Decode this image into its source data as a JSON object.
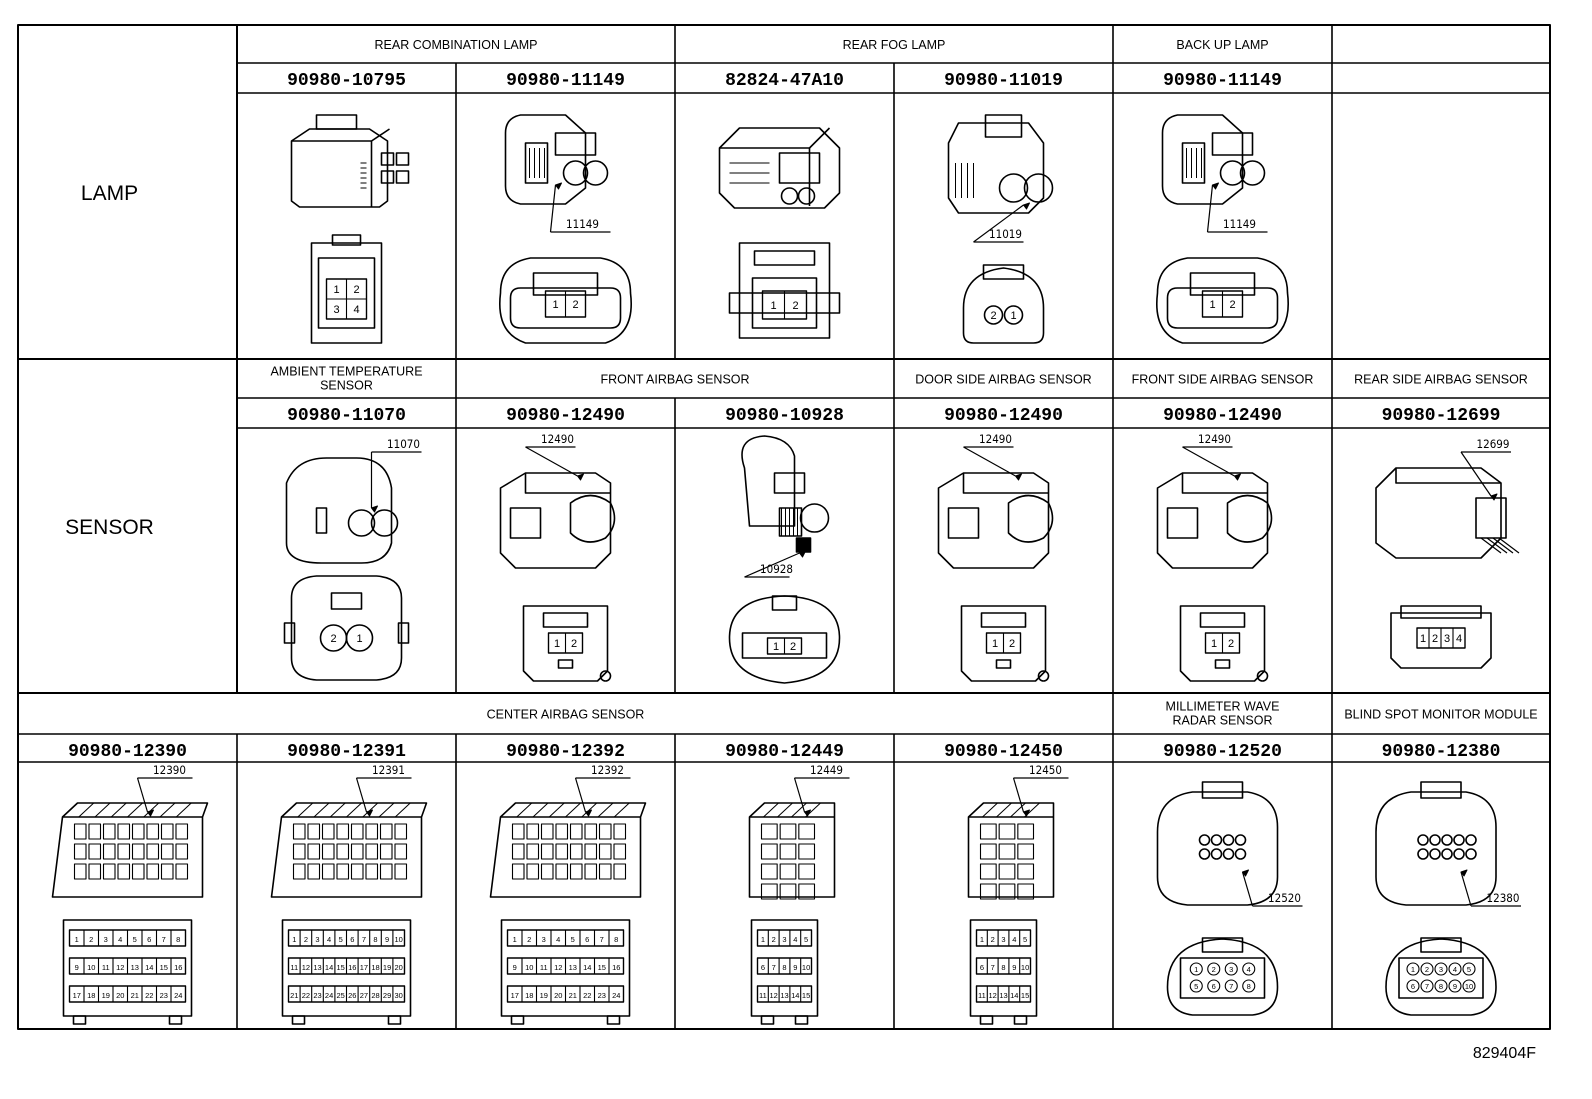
{
  "rows": [
    {
      "category": "LAMP",
      "groups": [
        {
          "label": [
            "REAR COMBINATION LAMP"
          ],
          "span": 2
        },
        {
          "label": [
            "REAR FOG LAMP"
          ],
          "span": 2
        },
        {
          "label": [
            "BACK UP LAMP"
          ],
          "span": 1
        },
        {
          "label": [
            ""
          ],
          "span": 1
        }
      ],
      "cells": [
        {
          "part": "90980-10795",
          "type": "box4",
          "callout": "",
          "pins": [
            "1",
            "2",
            "3",
            "4"
          ]
        },
        {
          "part": "90980-11149",
          "type": "lamp2",
          "callout": "11149",
          "pins": [
            "1",
            "2"
          ]
        },
        {
          "part": "82824-47A10",
          "type": "fog2",
          "callout": "",
          "pins": [
            "1",
            "2"
          ]
        },
        {
          "part": "90980-11019",
          "type": "round2",
          "callout": "11019",
          "pins": [
            "2",
            "1"
          ]
        },
        {
          "part": "90980-11149",
          "type": "lamp2",
          "callout": "11149",
          "pins": [
            "1",
            "2"
          ]
        },
        {
          "part": "",
          "type": "empty",
          "callout": "",
          "pins": []
        }
      ]
    },
    {
      "category": "SENSOR",
      "groups": [
        {
          "label": [
            "AMBIENT TEMPERATURE",
            "SENSOR"
          ],
          "span": 1
        },
        {
          "label": [
            "FRONT AIRBAG SENSOR"
          ],
          "span": 2
        },
        {
          "label": [
            "DOOR SIDE AIRBAG SENSOR"
          ],
          "span": 1
        },
        {
          "label": [
            "FRONT SIDE AIRBAG SENSOR"
          ],
          "span": 1
        },
        {
          "label": [
            "REAR SIDE AIRBAG SENSOR"
          ],
          "span": 1
        }
      ],
      "cells": [
        {
          "part": "90980-11070",
          "type": "ambient",
          "callout": "11070",
          "pins": [
            "2",
            "1"
          ]
        },
        {
          "part": "90980-12490",
          "type": "airbag2",
          "callout": "12490",
          "pins": [
            "1",
            "2"
          ]
        },
        {
          "part": "90980-10928",
          "type": "bulb2",
          "callout": "10928",
          "pins": [
            "1",
            "2"
          ]
        },
        {
          "part": "90980-12490",
          "type": "airbag2",
          "callout": "12490",
          "pins": [
            "1",
            "2"
          ]
        },
        {
          "part": "90980-12490",
          "type": "airbag2",
          "callout": "12490",
          "pins": [
            "1",
            "2"
          ]
        },
        {
          "part": "90980-12699",
          "type": "rear4",
          "callout": "12699",
          "pins": [
            "1",
            "2",
            "3",
            "4"
          ]
        }
      ]
    },
    {
      "category": "",
      "groups": [
        {
          "label": [
            "CENTER AIRBAG SENSOR"
          ],
          "span": 5
        },
        {
          "label": [
            "MILLIMETER WAVE",
            "RADAR SENSOR"
          ],
          "span": 1
        },
        {
          "label": [
            "BLIND SPOT MONITOR MODULE"
          ],
          "span": 1
        }
      ],
      "cells": [
        {
          "part": "90980-12390",
          "type": "multi",
          "callout": "12390",
          "pins": [
            "1",
            "2",
            "3",
            "4",
            "5",
            "6",
            "7",
            "8",
            "9",
            "10",
            "11",
            "12",
            "13",
            "14",
            "15",
            "16",
            "17",
            "18",
            "19",
            "20",
            "21",
            "22",
            "23",
            "24"
          ]
        },
        {
          "part": "90980-12391",
          "type": "multi",
          "callout": "12391",
          "pins": [
            "1",
            "2",
            "3",
            "4",
            "5",
            "6",
            "7",
            "8",
            "9",
            "10",
            "11",
            "12",
            "13",
            "14",
            "15",
            "16",
            "17",
            "18",
            "19",
            "20",
            "21",
            "22",
            "23",
            "24",
            "25",
            "26",
            "27",
            "28",
            "29",
            "30"
          ]
        },
        {
          "part": "90980-12392",
          "type": "multi",
          "callout": "12392",
          "pins": [
            "1",
            "2",
            "3",
            "4",
            "5",
            "6",
            "7",
            "8",
            "9",
            "10",
            "11",
            "12",
            "13",
            "14",
            "15",
            "16",
            "17",
            "18",
            "19",
            "20",
            "21",
            "22",
            "23",
            "24"
          ]
        },
        {
          "part": "90980-12449",
          "type": "multiSmall",
          "callout": "12449",
          "pins": [
            "1",
            "2",
            "3",
            "4",
            "5",
            "6",
            "7",
            "8",
            "9",
            "10",
            "11",
            "12",
            "13",
            "14",
            "15"
          ]
        },
        {
          "part": "90980-12450",
          "type": "multiSmall",
          "callout": "12450",
          "pins": [
            "1",
            "2",
            "3",
            "4",
            "5",
            "6",
            "7",
            "8",
            "9",
            "10",
            "11",
            "12",
            "13",
            "14",
            "15"
          ]
        },
        {
          "part": "90980-12520",
          "type": "radar",
          "callout": "12520",
          "pins": [
            "1",
            "2",
            "3",
            "4",
            "5",
            "6",
            "7",
            "8"
          ]
        },
        {
          "part": "90980-12380",
          "type": "radar",
          "callout": "12380",
          "pins": [
            "1",
            "2",
            "3",
            "4",
            "5",
            "6",
            "7",
            "8",
            "9",
            "10"
          ]
        }
      ]
    }
  ],
  "figure_code": "829404F"
}
